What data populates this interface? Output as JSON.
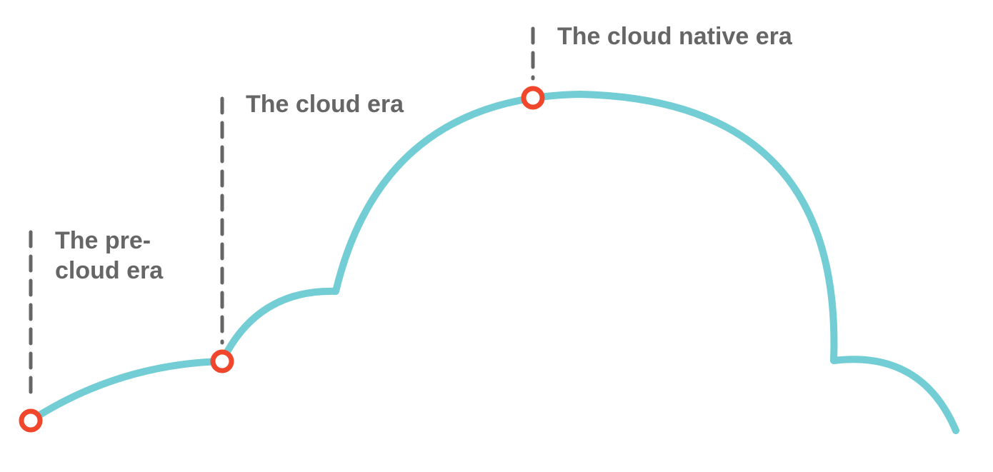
{
  "colors": {
    "curve": "#72cdd4",
    "marker": "#f0462c",
    "marker_fill": "#ffffff",
    "dashes": "#666666",
    "text": "#666666"
  },
  "eras": [
    {
      "line1": "The pre-",
      "line2": "cloud era"
    },
    {
      "line1": "The cloud era"
    },
    {
      "line1": "The cloud native era"
    }
  ]
}
